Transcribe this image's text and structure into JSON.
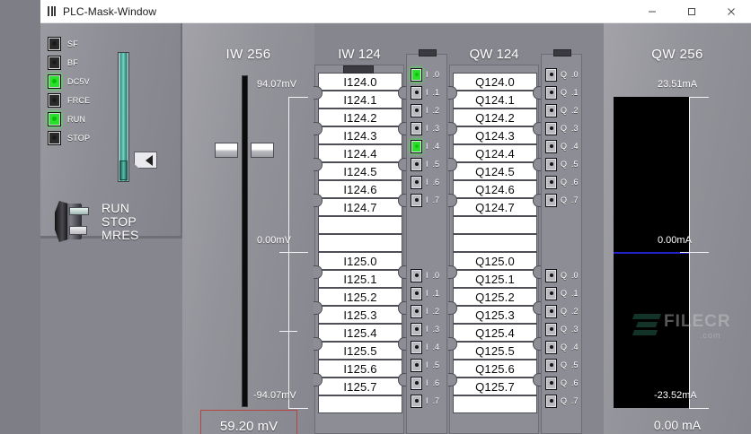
{
  "window": {
    "title": "PLC-Mask-Window",
    "icon": "plc-logo-icon",
    "minimize_label": "–",
    "maximize_label": "❐",
    "close_label": "✕"
  },
  "cpu": {
    "leds": [
      {
        "label": "SF",
        "on": false
      },
      {
        "label": "BF",
        "on": false
      },
      {
        "label": "DC5V",
        "on": true
      },
      {
        "label": "FRCE",
        "on": false
      },
      {
        "label": "RUN",
        "on": true
      },
      {
        "label": "STOP",
        "on": false
      }
    ],
    "mode_labels": [
      "RUN",
      "STOP",
      "MRES"
    ]
  },
  "analog_input": {
    "title": "IW 256",
    "scale_top": "94.07mV",
    "scale_mid": "0.00mV",
    "scale_bottom": "-94.07mV",
    "value": "59.20 mV",
    "value_border_color": "#b5453f"
  },
  "analog_output": {
    "title": "QW 256",
    "scale_top": "23.51mA",
    "scale_mid": "0.00mA",
    "scale_bottom": "-23.52mA",
    "value": "0.00 mA",
    "zero_line_color": "#2222cc",
    "bar_color": "#000000"
  },
  "input_module": {
    "title": "IW 124",
    "terminals_upper": [
      "I124.0",
      "I124.1",
      "I124.2",
      "I124.3",
      "I124.4",
      "I124.5",
      "I124.6",
      "I124.7"
    ],
    "terminals_lower": [
      "I125.0",
      "I125.1",
      "I125.2",
      "I125.3",
      "I125.4",
      "I125.5",
      "I125.6",
      "I125.7"
    ],
    "leds_upper": [
      {
        "prefix": "I",
        "bit": ".0",
        "on": true
      },
      {
        "prefix": "I",
        "bit": ".1",
        "on": false
      },
      {
        "prefix": "I",
        "bit": ".2",
        "on": false
      },
      {
        "prefix": "I",
        "bit": ".3",
        "on": false
      },
      {
        "prefix": "I",
        "bit": ".4",
        "on": true
      },
      {
        "prefix": "I",
        "bit": ".5",
        "on": false
      },
      {
        "prefix": "I",
        "bit": ".6",
        "on": false
      },
      {
        "prefix": "I",
        "bit": ".7",
        "on": false
      }
    ],
    "leds_lower": [
      {
        "prefix": "I",
        "bit": ".0",
        "on": false
      },
      {
        "prefix": "I",
        "bit": ".1",
        "on": false
      },
      {
        "prefix": "I",
        "bit": ".2",
        "on": false
      },
      {
        "prefix": "I",
        "bit": ".3",
        "on": false
      },
      {
        "prefix": "I",
        "bit": ".4",
        "on": false
      },
      {
        "prefix": "I",
        "bit": ".5",
        "on": false
      },
      {
        "prefix": "I",
        "bit": ".6",
        "on": false
      },
      {
        "prefix": "I",
        "bit": ".7",
        "on": false
      }
    ]
  },
  "output_module": {
    "title": "QW 124",
    "terminals_upper": [
      "Q124.0",
      "Q124.1",
      "Q124.2",
      "Q124.3",
      "Q124.4",
      "Q124.5",
      "Q124.6",
      "Q124.7"
    ],
    "terminals_lower": [
      "Q125.0",
      "Q125.1",
      "Q125.2",
      "Q125.3",
      "Q125.4",
      "Q125.5",
      "Q125.6",
      "Q125.7"
    ],
    "leds_upper": [
      {
        "prefix": "Q",
        "bit": ".0",
        "on": false
      },
      {
        "prefix": "Q",
        "bit": ".1",
        "on": false
      },
      {
        "prefix": "Q",
        "bit": ".2",
        "on": false
      },
      {
        "prefix": "Q",
        "bit": ".3",
        "on": false
      },
      {
        "prefix": "Q",
        "bit": ".4",
        "on": false
      },
      {
        "prefix": "Q",
        "bit": ".5",
        "on": false
      },
      {
        "prefix": "Q",
        "bit": ".6",
        "on": false
      },
      {
        "prefix": "Q",
        "bit": ".7",
        "on": false
      }
    ],
    "leds_lower": [
      {
        "prefix": "Q",
        "bit": ".0",
        "on": false
      },
      {
        "prefix": "Q",
        "bit": ".1",
        "on": false
      },
      {
        "prefix": "Q",
        "bit": ".2",
        "on": false
      },
      {
        "prefix": "Q",
        "bit": ".3",
        "on": false
      },
      {
        "prefix": "Q",
        "bit": ".4",
        "on": false
      },
      {
        "prefix": "Q",
        "bit": ".5",
        "on": false
      },
      {
        "prefix": "Q",
        "bit": ".6",
        "on": false
      },
      {
        "prefix": "Q",
        "bit": ".7",
        "on": false
      }
    ]
  },
  "watermark": {
    "text": "FILECR",
    "sub": ".com"
  }
}
